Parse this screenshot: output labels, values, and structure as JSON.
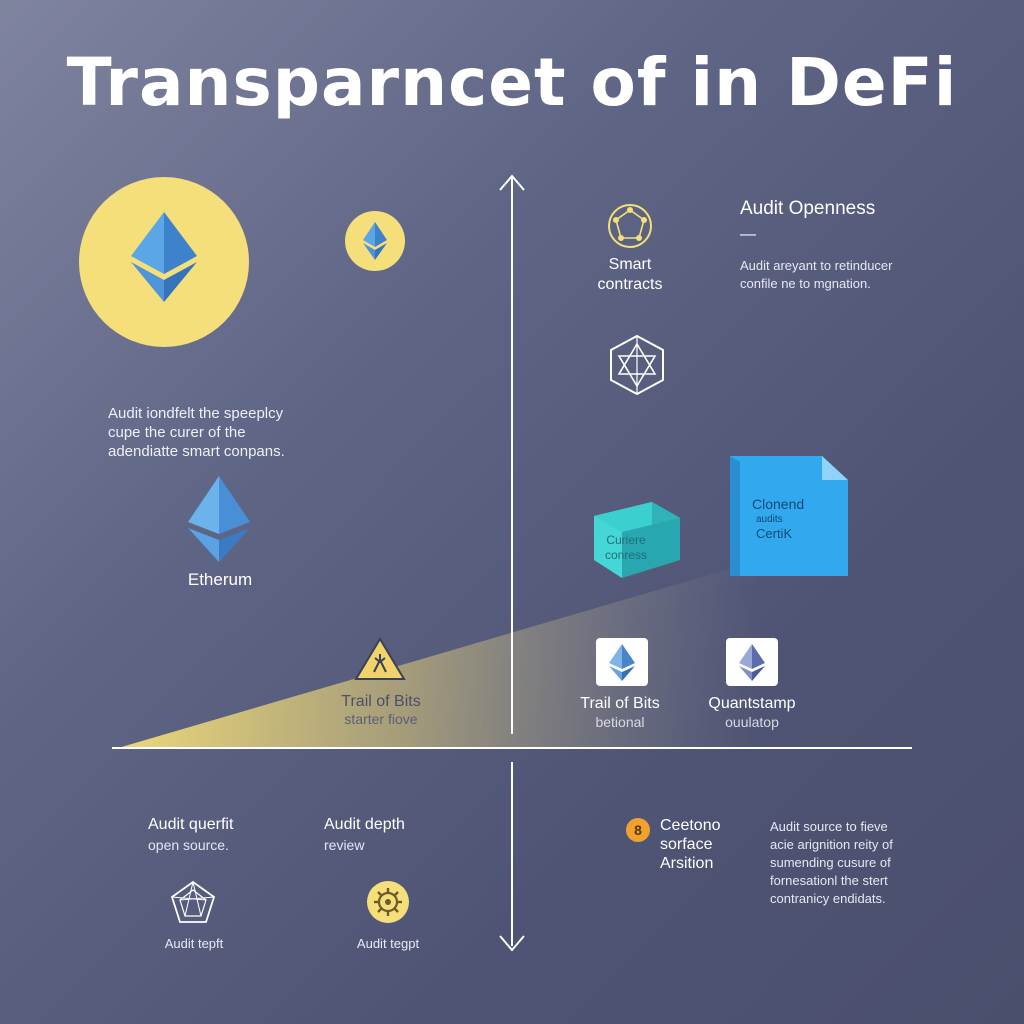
{
  "title": "Transparncet of in DeFi",
  "colors": {
    "accent_yellow": "#f5df7a",
    "eth_blue": "#4f93d8",
    "teal": "#3ccfd0",
    "sky": "#32a9ee",
    "orange": "#f2a12f"
  },
  "icons": [
    "ethereum-icon",
    "smart-contract-icon",
    "network-icon",
    "warning-icon",
    "pentagon-network-icon",
    "gear-icon"
  ],
  "upper_left": {
    "description": "Audit iondfelt the speeplcy\ncupe the curer of the\nadendiatte smart conpans.",
    "ethereum_label": "Etherum",
    "trail_label": "Trail of Bits",
    "trail_sub": "starter fiove"
  },
  "upper_right": {
    "smart_contracts": "Smart\ncontracts",
    "audit_heading": "Audit Openness",
    "audit_dash": "—",
    "audit_text": "Audit areyant to retinducer\nconfile ne to mgnation.",
    "teal_box": "Curiere\nconress",
    "blue_box_title": "Clonend",
    "blue_box_sub": "audits",
    "blue_box_name": "CertiK",
    "auditors": [
      {
        "name": "Trail of Bits",
        "sub": "betional"
      },
      {
        "name": "Quantstamp",
        "sub": "ouulatop"
      }
    ]
  },
  "lower_left": {
    "items": [
      {
        "title": "Audit querfit",
        "sub": "open source.",
        "icon_label": "Audit tepft"
      },
      {
        "title": "Audit depth",
        "sub": "review",
        "icon_label": "Audit tegpt"
      }
    ]
  },
  "lower_right": {
    "badge": "8",
    "heading": "Ceetono\nsorface\nArsition",
    "text": "Audit source to fieve\nacie arignition reity of\nsumending cusure of\nfornesationl the stert\ncontranicy endidats."
  }
}
